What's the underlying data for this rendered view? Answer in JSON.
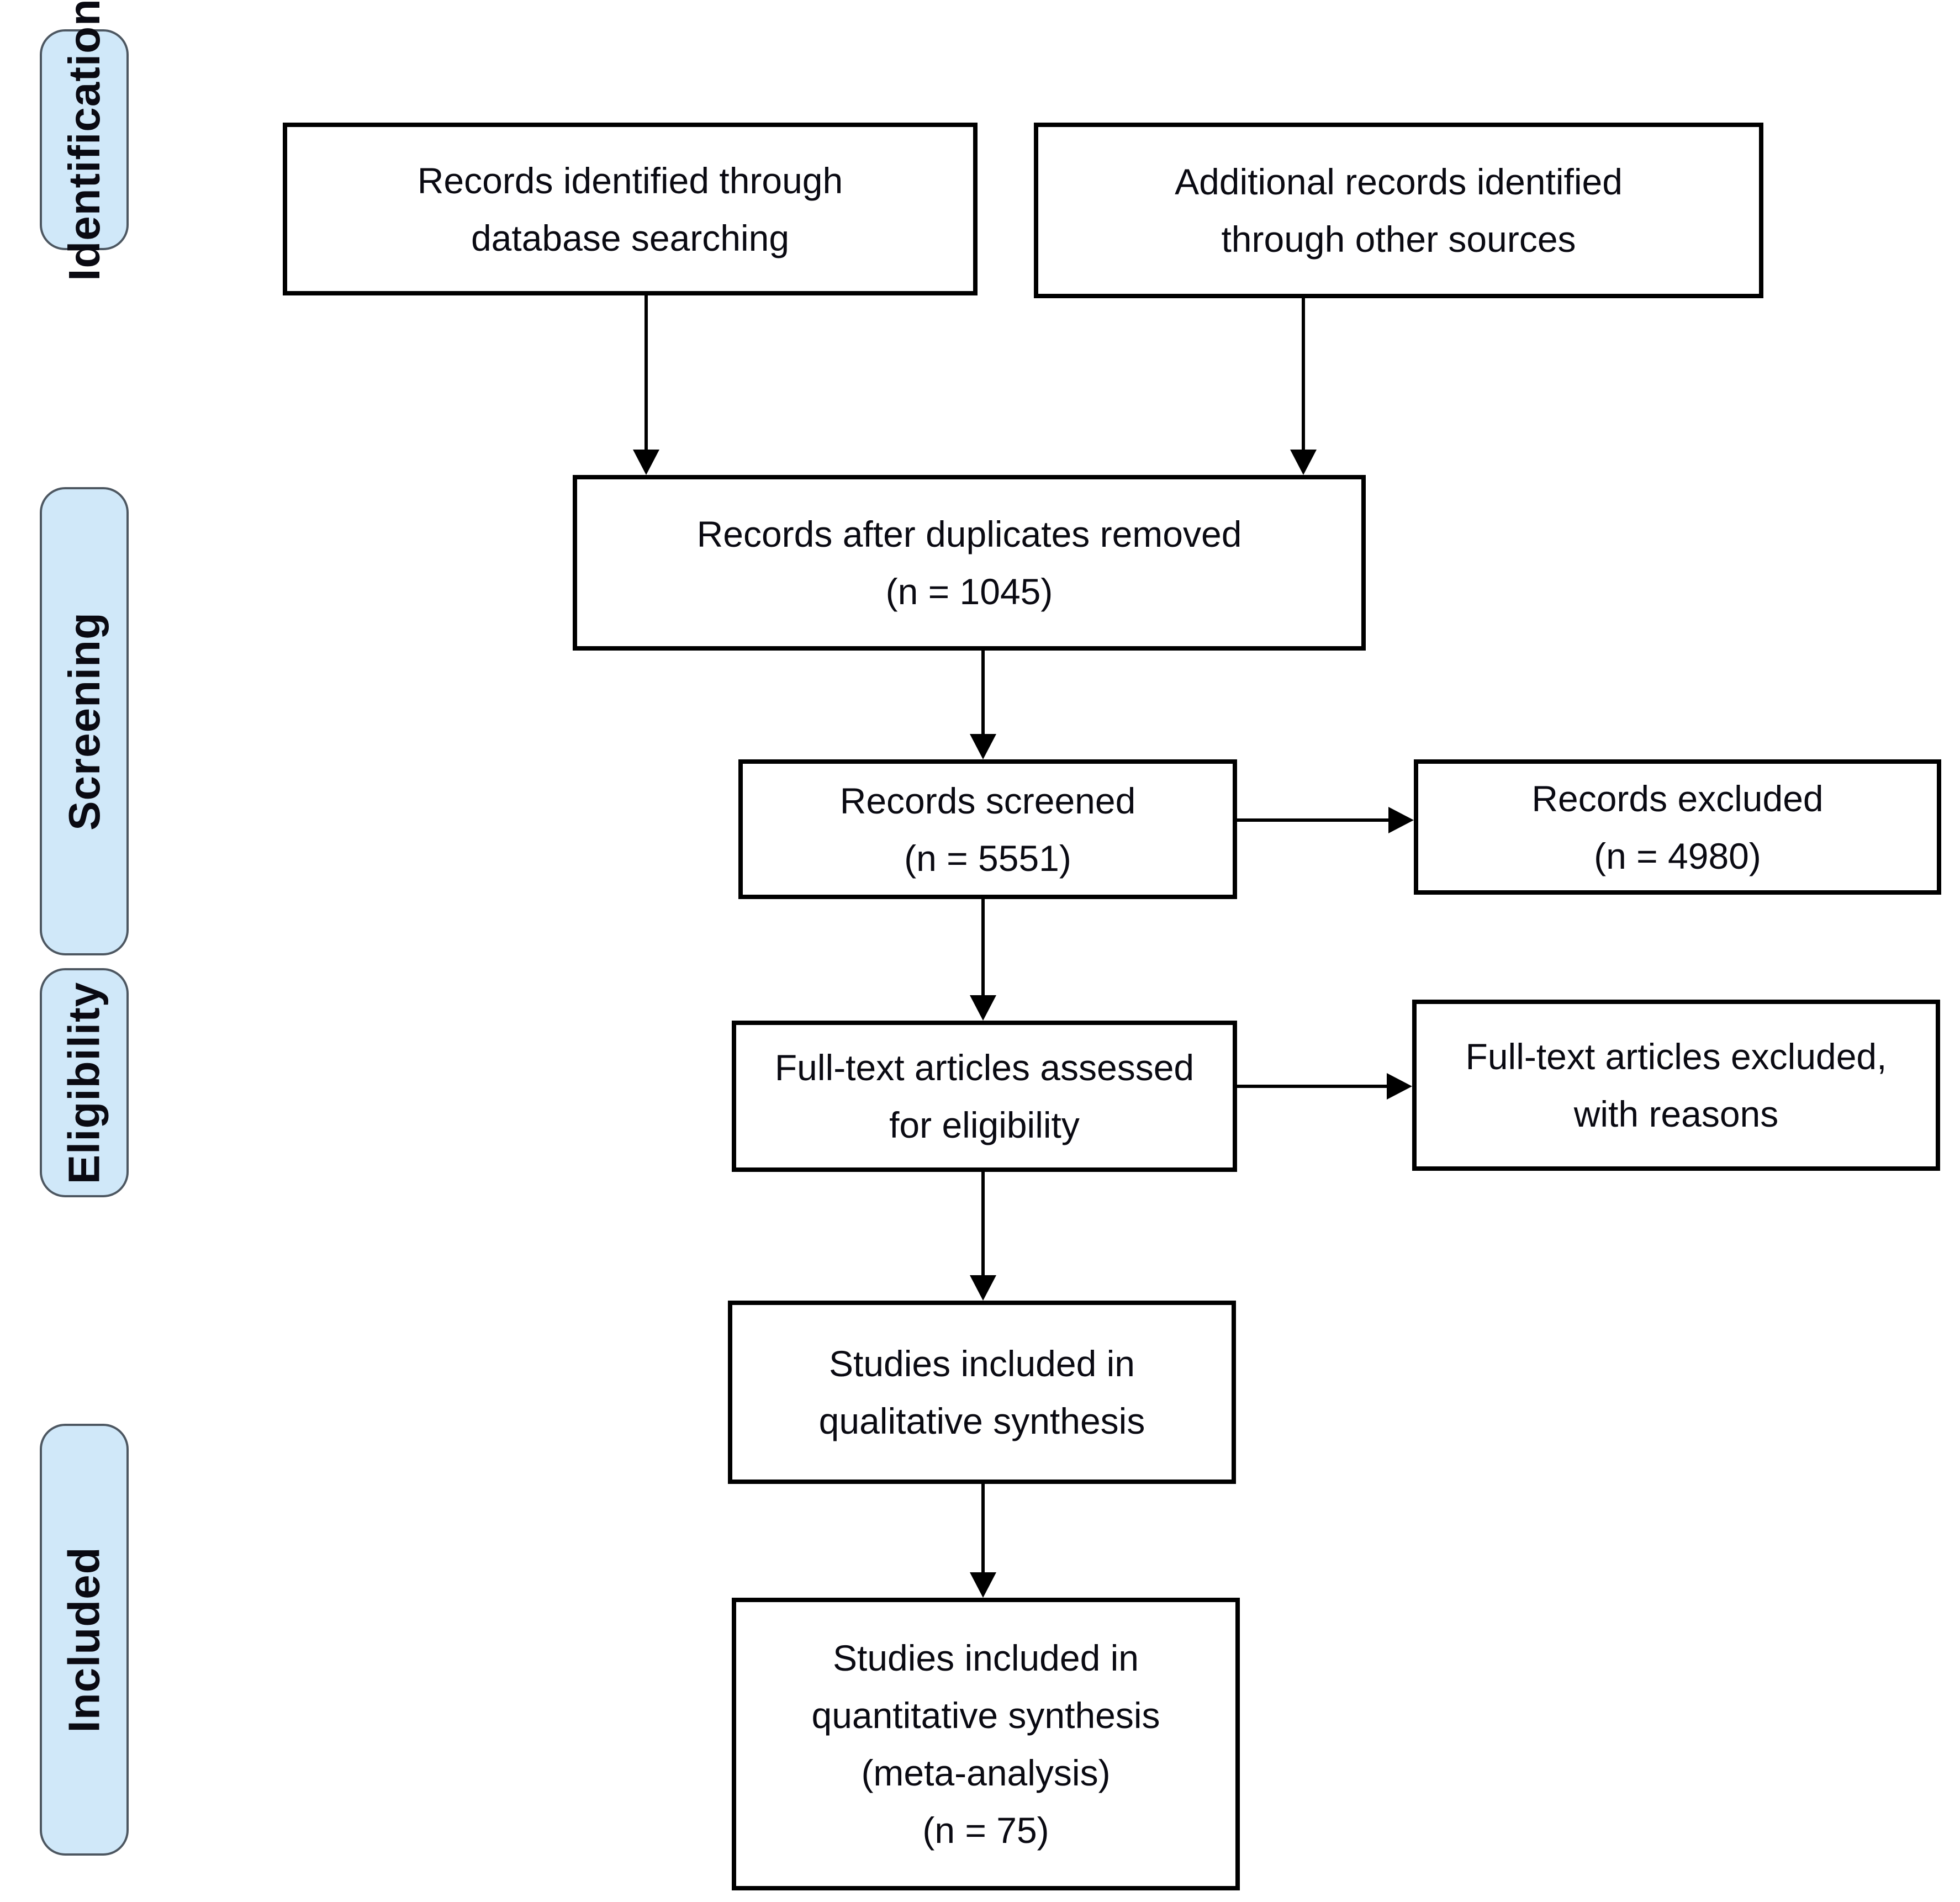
{
  "stages": [
    {
      "id": "identification",
      "label": "Identification"
    },
    {
      "id": "screening",
      "label": "Screening"
    },
    {
      "id": "eligibility",
      "label": "Eligibility"
    },
    {
      "id": "included",
      "label": "Included"
    }
  ],
  "boxes": {
    "records_identified": {
      "lines": [
        "Records identified through",
        "database searching"
      ]
    },
    "additional_records": {
      "lines": [
        "Additional records identified",
        "through other sources"
      ]
    },
    "duplicates_removed": {
      "lines": [
        "Records after duplicates removed",
        "(n = 1045)"
      ]
    },
    "records_screened": {
      "lines": [
        "Records screened",
        "(n = 5551)"
      ]
    },
    "records_excluded": {
      "lines": [
        "Records excluded",
        "(n = 4980)"
      ]
    },
    "fulltext_assessed": {
      "lines": [
        "Full-text articles assessed",
        "for eligibility"
      ]
    },
    "fulltext_excluded": {
      "lines": [
        "Full-text articles excluded,",
        "with reasons"
      ]
    },
    "qualitative_synthesis": {
      "lines": [
        "Studies included in",
        "qualitative synthesis"
      ]
    },
    "quantitative_synthesis": {
      "lines": [
        "Studies included in",
        "quantitative synthesis",
        "(meta-analysis)",
        "(n = 75)"
      ]
    }
  },
  "colors": {
    "stage_fill": "#d0e8f9",
    "stage_border": "#4d5761",
    "node_border": "#000000",
    "node_fill": "#ffffff",
    "arrow": "#000000",
    "text": "#0a0a12"
  }
}
